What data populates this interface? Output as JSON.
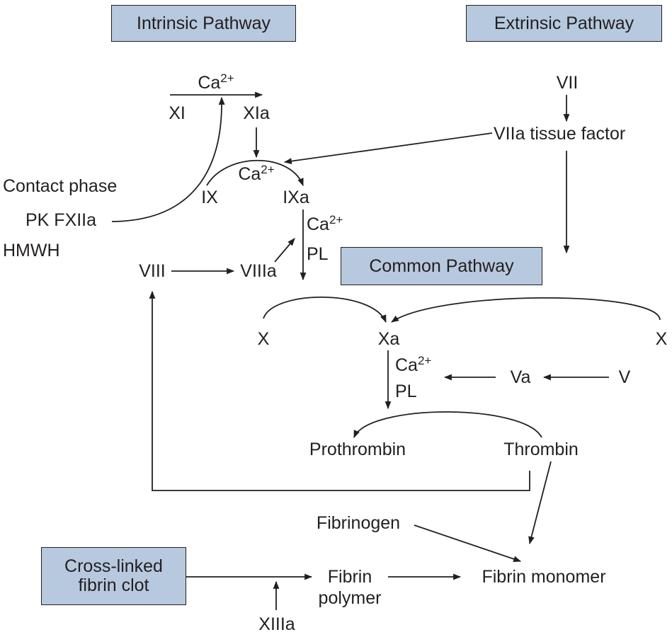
{
  "headers": {
    "intrinsic": "Intrinsic Pathway",
    "extrinsic": "Extrinsic Pathway",
    "common": "Common Pathway",
    "clot_line1": "Cross-linked",
    "clot_line2": "fibrin clot"
  },
  "labels": {
    "ca": "Ca",
    "ca_charge": "2+",
    "pl": "PL",
    "XI": "XI",
    "XIa": "XIa",
    "contact_phase": "Contact phase",
    "pk_fxiia": "PK FXIIa",
    "hmwh": "HMWH",
    "IX": "IX",
    "IXa": "IXa",
    "VII": "VII",
    "VIIa_tf": "VIIa tissue factor",
    "VIII": "VIII",
    "VIIIa": "VIIIa",
    "X_left": "X",
    "Xa": "Xa",
    "X_right": "X",
    "Va": "Va",
    "V": "V",
    "prothrombin": "Prothrombin",
    "thrombin": "Thrombin",
    "fibrinogen": "Fibrinogen",
    "fibrin_monomer": "Fibrin monomer",
    "fibrin_polymer_1": "Fibrin",
    "fibrin_polymer_2": "polymer",
    "XIIIa": "XIIIa"
  }
}
